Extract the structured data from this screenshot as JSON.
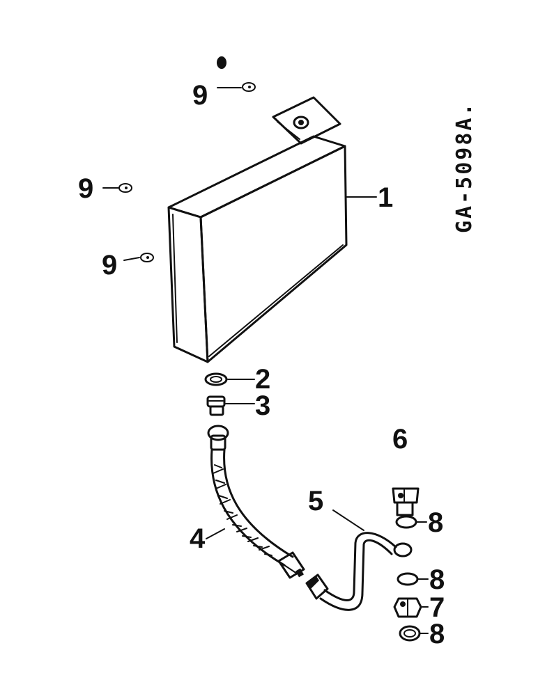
{
  "drawing_code": "GA-5098A.",
  "callouts": {
    "radiator": "1",
    "gasket": "2",
    "adapter": "3",
    "hose": "4",
    "tube": "5",
    "bolt": "6",
    "nut": "7",
    "washer_a": "8",
    "washer_b": "8",
    "washer_c": "8",
    "washer_top": "9",
    "washer_left": "9",
    "washer_lower": "9"
  }
}
